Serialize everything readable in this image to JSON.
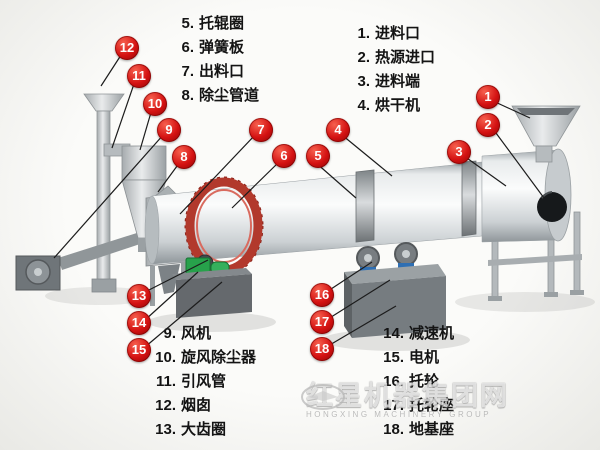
{
  "legend": {
    "top_left": [
      {
        "n": "5.",
        "t": "托辊圈"
      },
      {
        "n": "6.",
        "t": "弹簧板"
      },
      {
        "n": "7.",
        "t": "出料口"
      },
      {
        "n": "8.",
        "t": "除尘管道"
      }
    ],
    "top_right": [
      {
        "n": "1.",
        "t": "进料口"
      },
      {
        "n": "2.",
        "t": "热源进口"
      },
      {
        "n": "3.",
        "t": "进料端"
      },
      {
        "n": "4.",
        "t": "烘干机"
      }
    ],
    "bottom_left": [
      {
        "n": "9.",
        "t": "风机"
      },
      {
        "n": "10.",
        "t": "旋风除尘器"
      },
      {
        "n": "11.",
        "t": "引风管"
      },
      {
        "n": "12.",
        "t": "烟囱"
      },
      {
        "n": "13.",
        "t": "大齿圈"
      }
    ],
    "bottom_right": [
      {
        "n": "14.",
        "t": "减速机"
      },
      {
        "n": "15.",
        "t": "电机"
      },
      {
        "n": "16.",
        "t": "托轮"
      },
      {
        "n": "17.",
        "t": "托轮座"
      },
      {
        "n": "18.",
        "t": "地基座"
      }
    ]
  },
  "callouts": {
    "c1": "1",
    "c2": "2",
    "c3": "3",
    "c4": "4",
    "c5": "5",
    "c6": "6",
    "c7": "7",
    "c8": "8",
    "c9": "9",
    "c10": "10",
    "c11": "11",
    "c12": "12",
    "c13": "13",
    "c14": "14",
    "c15": "15",
    "c16": "16",
    "c17": "17",
    "c18": "18"
  },
  "colors": {
    "callout_red": "#d41212",
    "gear_red": "#b2392c",
    "motor_green": "#27a14b",
    "accent_blue": "#2f6fb3"
  },
  "watermark": {
    "cn": "红星机器集团网",
    "en": "HONGXING MACHINERY GROUP"
  }
}
